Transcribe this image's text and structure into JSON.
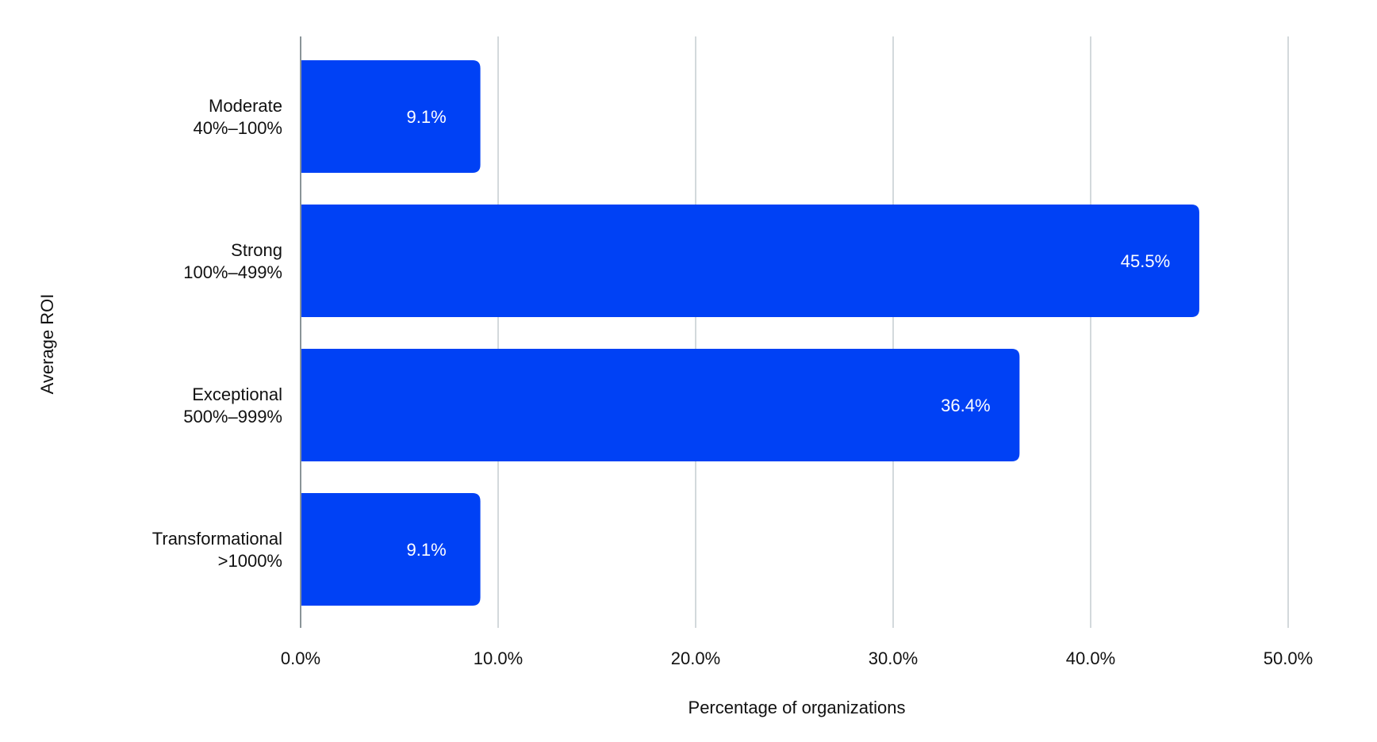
{
  "chart_data": {
    "type": "bar",
    "orientation": "horizontal",
    "categories": [
      [
        "Moderate",
        "40%–100%"
      ],
      [
        "Strong",
        "100%–499%"
      ],
      [
        "Exceptional",
        "500%–999%"
      ],
      [
        "Transformational",
        ">1000%"
      ]
    ],
    "values": [
      9.1,
      45.5,
      36.4,
      9.1
    ],
    "data_labels": [
      "9.1%",
      "45.5%",
      "36.4%",
      "9.1%"
    ],
    "xlabel": "Percentage of organizations",
    "ylabel": "Average ROI",
    "xlim": [
      0,
      50
    ],
    "xticks": [
      0,
      10,
      20,
      30,
      40,
      50
    ],
    "xtick_labels": [
      "0.0%",
      "10.0%",
      "20.0%",
      "30.0%",
      "40.0%",
      "50.0%"
    ],
    "grid": "vertical",
    "legend": "none",
    "colors": {
      "bar": "#0041f5",
      "grid": "#d3d9dc",
      "axis": "#8a9498",
      "text": "#111111",
      "data_label": "#ffffff"
    }
  }
}
